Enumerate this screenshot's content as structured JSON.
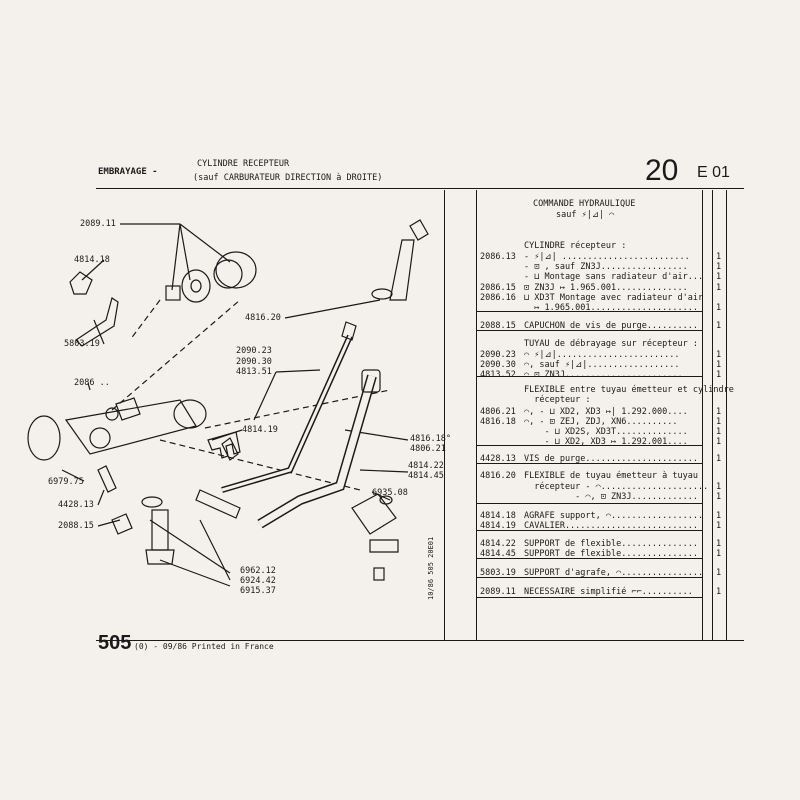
{
  "header": {
    "section": "EMBRAYAGE -",
    "title_line1": "CYLINDRE RECEPTEUR",
    "title_line2": "(sauf CARBURATEUR DIRECTION à DROITE)",
    "page_group": "20",
    "page_code": "E 01"
  },
  "footer": {
    "model": "505",
    "note": "(0) - 09/86 Printed in France"
  },
  "margin_note": "10/86 505 20E01",
  "diagram_labels": [
    "2089.11",
    "4814.18",
    "5803.19",
    "4816.20",
    "2090.23",
    "2090.30",
    "4813.51",
    "4814.19",
    "2086 ..",
    "4816.18°",
    "4806.21",
    "4814.22",
    "4814.45",
    "6935.08",
    "6979.75",
    "4428.13",
    "2088.15",
    "6962.12",
    "6924.42",
    "6915.37"
  ],
  "table": {
    "heading1": "COMMANDE HYDRAULIQUE",
    "heading2": "sauf ⚡|⊿| ⌒",
    "rows": [
      {
        "ref": "",
        "desc": "CYLINDRE récepteur :",
        "qty": ""
      },
      {
        "ref": "2086.13",
        "desc": "- ⚡|⊿| .........................",
        "qty": "1"
      },
      {
        "ref": "",
        "desc": "- ⊡ , sauf ZN3J.................",
        "qty": "1"
      },
      {
        "ref": "",
        "desc": "- ⊔ Montage sans radiateur d'air...",
        "qty": "1"
      },
      {
        "ref": "2086.15",
        "desc": "⊡ ZN3J ↦ 1.965.001..............",
        "qty": "1"
      },
      {
        "ref": "2086.16",
        "desc": "⊔ XD3T Montage avec radiateur d'air",
        "qty": ""
      },
      {
        "ref": "",
        "desc": "  ↦ 1.965.001.....................",
        "qty": "1"
      },
      {
        "ref": "2088.15",
        "desc": "CAPUCHON de vis de purge..........",
        "qty": "1"
      },
      {
        "ref": "",
        "desc": "TUYAU de débrayage sur récepteur :",
        "qty": ""
      },
      {
        "ref": "2090.23",
        "desc": "⌒ ⚡|⊿|........................",
        "qty": "1"
      },
      {
        "ref": "2090.30",
        "desc": "⌒, sauf ⚡|⊿|..................",
        "qty": "1"
      },
      {
        "ref": "4813.52",
        "desc": "⌒ ⊡ ZN3J.......................",
        "qty": "1"
      },
      {
        "ref": "",
        "desc": "FLEXIBLE entre tuyau émetteur et cylindre",
        "qty": ""
      },
      {
        "ref": "",
        "desc": "  récepteur :",
        "qty": ""
      },
      {
        "ref": "4806.21",
        "desc": "⌒, - ⊔ XD2, XD3 ↦| 1.292.000....",
        "qty": "1"
      },
      {
        "ref": "4816.18",
        "desc": "⌒, - ⊡ ZEJ, ZDJ, XN6..........",
        "qty": "1"
      },
      {
        "ref": "",
        "desc": "    - ⊔ XD2S, XD3T..............",
        "qty": "1"
      },
      {
        "ref": "",
        "desc": "    - ⊔ XD2, XD3 ↦ 1.292.001....",
        "qty": "1"
      },
      {
        "ref": "4428.13",
        "desc": "VIS de purge......................",
        "qty": "1"
      },
      {
        "ref": "4816.20",
        "desc": "FLEXIBLE de tuyau émetteur à tuyau",
        "qty": ""
      },
      {
        "ref": "",
        "desc": "  récepteur - ⌒.....................",
        "qty": "1"
      },
      {
        "ref": "",
        "desc": "          - ⌒, ⊡ ZN3J.............",
        "qty": "1"
      },
      {
        "ref": "4814.18",
        "desc": "AGRAFE support, ⌒..................",
        "qty": "1"
      },
      {
        "ref": "4814.19",
        "desc": "CAVALIER..........................",
        "qty": "1"
      },
      {
        "ref": "4814.22",
        "desc": "SUPPORT de flexible...............",
        "qty": "1"
      },
      {
        "ref": "4814.45",
        "desc": "SUPPORT de flexible...............",
        "qty": "1"
      },
      {
        "ref": "5803.19",
        "desc": "SUPPORT d'agrafe, ⌒................",
        "qty": "1"
      },
      {
        "ref": "2089.11",
        "desc": "NECESSAIRE simplifié ⌐⌐..........",
        "qty": "1"
      }
    ]
  }
}
